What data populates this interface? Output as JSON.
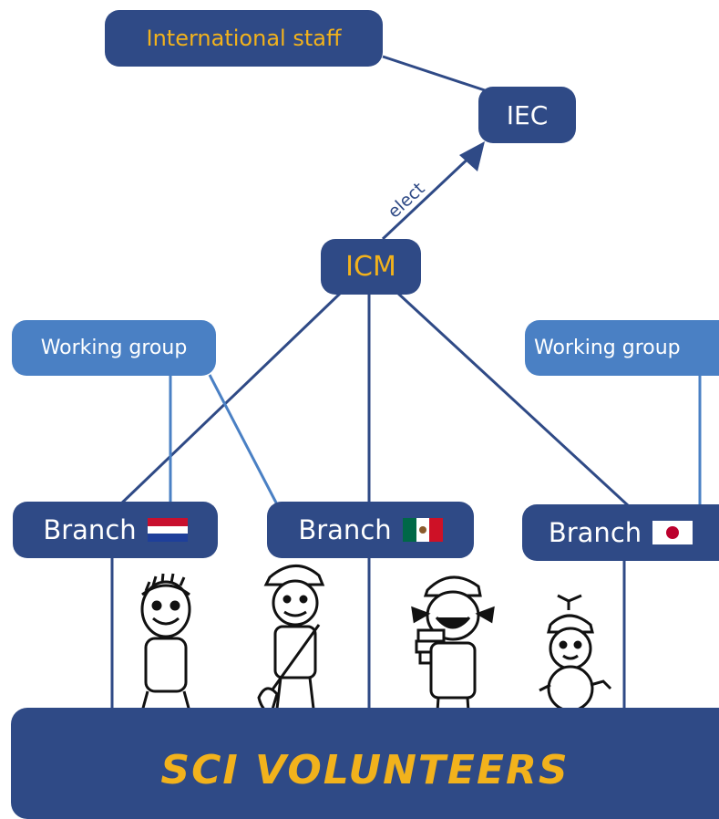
{
  "nodes": {
    "international_staff": "International staff",
    "iec": "IEC",
    "icm": "ICM",
    "working_group_left": "Working group",
    "working_group_right": "Working group",
    "branch_nl": "Branch",
    "branch_mx": "Branch",
    "branch_jp": "Branch"
  },
  "edge_labels": {
    "elect": "elect"
  },
  "footer": {
    "title": "SCI VOLUNTEERS"
  },
  "flags": {
    "netherlands": [
      "#c8102e",
      "#ffffff",
      "#1e3f9a"
    ],
    "mexico": [
      "#006847",
      "#ffffff",
      "#ce1126"
    ],
    "japan": [
      "#ffffff",
      "#bc002d"
    ]
  },
  "colors": {
    "dark_box": "#2f4a86",
    "light_box": "#4a80c4",
    "accent_text": "#f2b21c",
    "line": "#2f4a86"
  },
  "illustrations": [
    "volunteer-boy-headband",
    "volunteer-boy-shovel",
    "volunteer-girl-books",
    "volunteer-kid-propeller-cap"
  ]
}
